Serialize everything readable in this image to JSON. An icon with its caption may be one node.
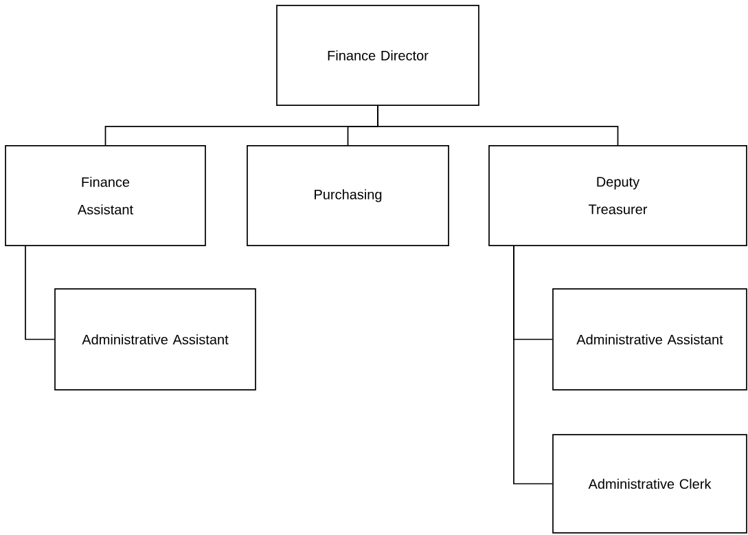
{
  "diagram": {
    "nodes": [
      {
        "text": [
          "Finance Director"
        ]
      },
      {
        "text": [
          "Finance Assistant"
        ]
      },
      {
        "text": [
          "Purchasing"
        ]
      },
      {
        "text": [
          "Deputy Treasurer"
        ]
      },
      {
        "text": [
          "Administrative Assistant"
        ]
      },
      {
        "text": [
          "Administrative Assistant"
        ]
      },
      {
        "text": [
          "Administrative Clerk"
        ]
      }
    ],
    "edges": [
      {
        "from": 0,
        "to": 1,
        "arrow": "none"
      },
      {
        "from": 0,
        "to": 2,
        "arrow": "none"
      },
      {
        "from": 0,
        "to": 3,
        "arrow": "none"
      },
      {
        "from": 1,
        "to": 4,
        "arrow": "none"
      },
      {
        "from": 3,
        "to": 5,
        "arrow": "none"
      },
      {
        "from": 3,
        "to": 6,
        "arrow": "none"
      }
    ]
  }
}
